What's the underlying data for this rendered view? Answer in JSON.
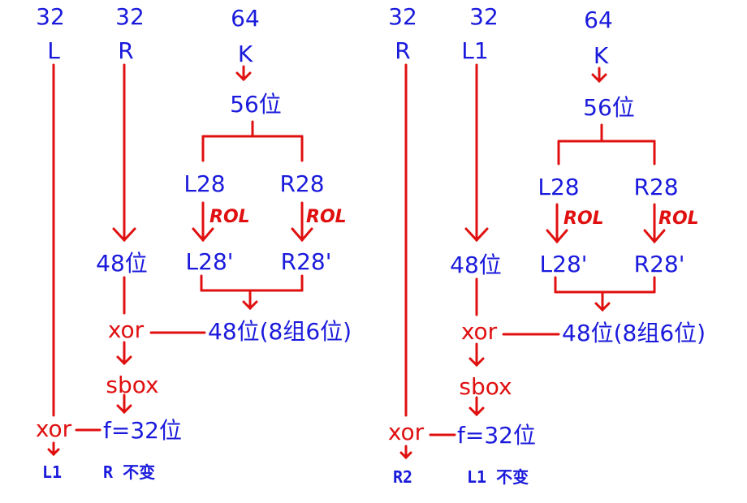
{
  "colors": {
    "text": "#1a1adc",
    "accent": "#e01010"
  },
  "rounds": [
    {
      "left_bits": "32",
      "left_label": "L",
      "right_bits": "32",
      "right_label": "R",
      "key_bits": "64",
      "key_label": "K",
      "key56": "56位",
      "l28": "L28",
      "r28": "R28",
      "rol": "ROL",
      "l28p": "L28'",
      "r28p": "R28'",
      "expand48": "48位",
      "xor": "xor",
      "subkey48": "48位(8组6位)",
      "sbox": "sbox",
      "xor2": "xor",
      "f_out": "f=32位",
      "out_left": "L1",
      "out_right": "R 不变"
    },
    {
      "left_bits": "32",
      "left_label": "R",
      "right_bits": "32",
      "right_label": "L1",
      "key_bits": "64",
      "key_label": "K",
      "key56": "56位",
      "l28": "L28",
      "r28": "R28",
      "rol": "ROL",
      "l28p": "L28'",
      "r28p": "R28'",
      "expand48": "48位",
      "xor": "xor",
      "subkey48": "48位(8组6位)",
      "sbox": "sbox",
      "xor2": "xor",
      "f_out": "f=32位",
      "out_left": "R2",
      "out_right": "L1 不变"
    }
  ]
}
